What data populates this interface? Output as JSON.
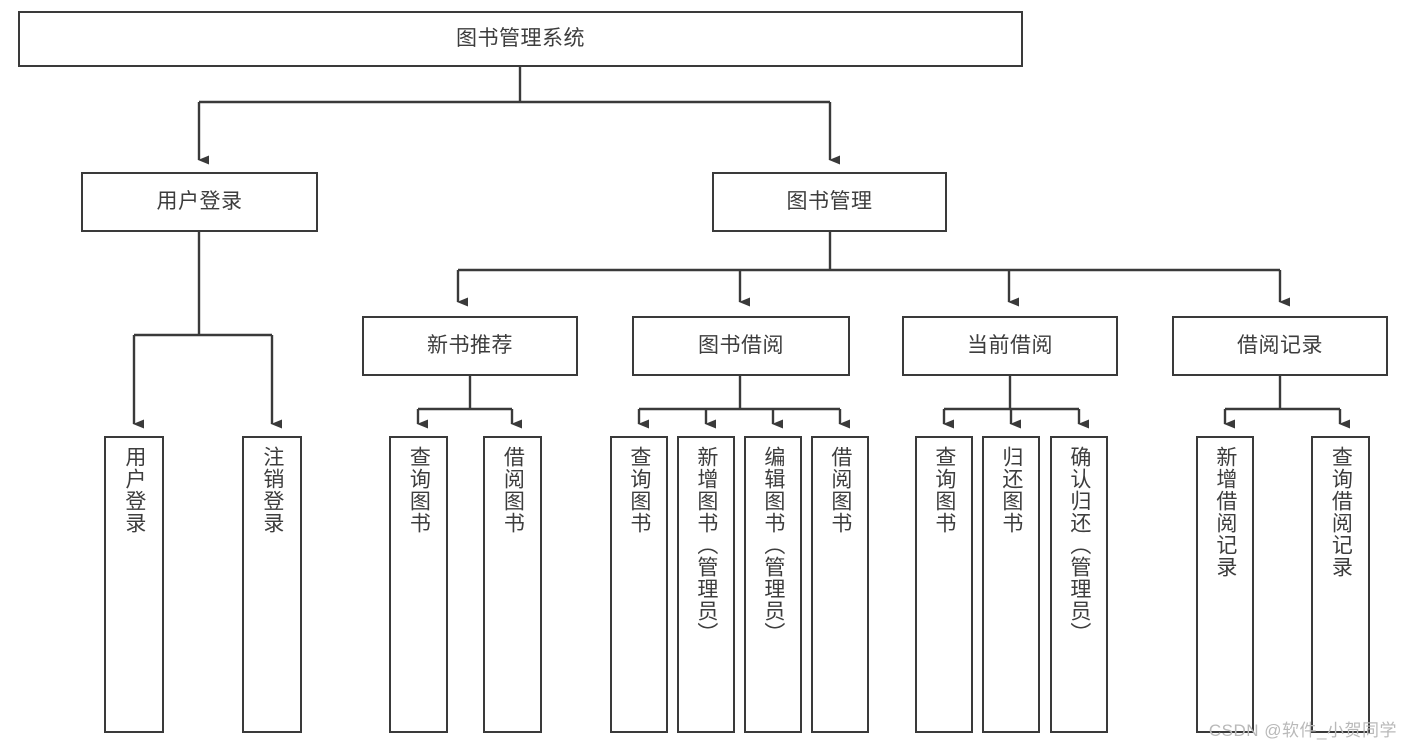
{
  "diagram": {
    "title": "图书管理系统",
    "type": "tree-hierarchy",
    "watermark": "CSDN @软件_小贺同学",
    "colors": {
      "stroke": "#3a3a3a",
      "text": "#3d3d3d",
      "background": "#ffffff",
      "watermark": "#b9b9b9"
    },
    "root": {
      "label": "图书管理系统"
    },
    "level2": [
      {
        "label": "用户登录"
      },
      {
        "label": "图书管理"
      }
    ],
    "level3": [
      {
        "label": "新书推荐"
      },
      {
        "label": "图书借阅"
      },
      {
        "label": "当前借阅"
      },
      {
        "label": "借阅记录"
      }
    ],
    "leaves": {
      "user_login": [
        {
          "label": "用户登录"
        },
        {
          "label": "注销登录"
        }
      ],
      "new_book_recommend": [
        {
          "label": "查询图书"
        },
        {
          "label": "借阅图书"
        }
      ],
      "book_borrow": [
        {
          "label": "查询图书"
        },
        {
          "label": "新增图书（管理员）"
        },
        {
          "label": "编辑图书（管理员）"
        },
        {
          "label": "借阅图书"
        }
      ],
      "current_borrow": [
        {
          "label": "查询图书"
        },
        {
          "label": "归还图书"
        },
        {
          "label": "确认归还（管理员）"
        }
      ],
      "borrow_record": [
        {
          "label": "新增借阅记录"
        },
        {
          "label": "查询借阅记录"
        }
      ]
    }
  }
}
